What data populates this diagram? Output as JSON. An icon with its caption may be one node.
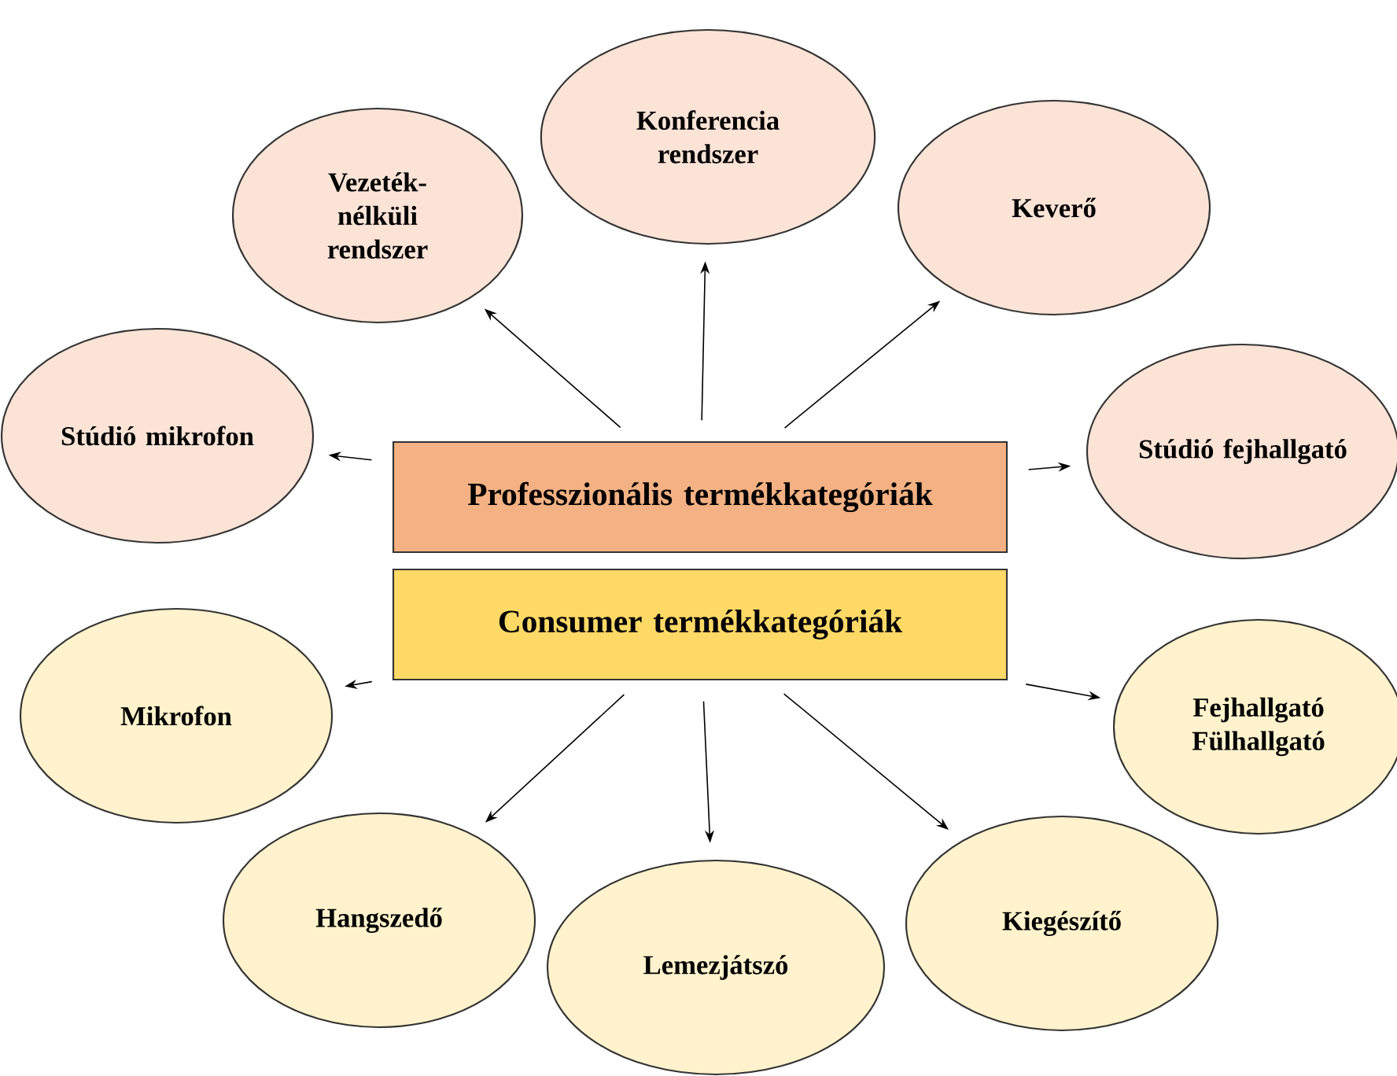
{
  "diagram": {
    "nodes": [
      {
        "text": [
          "Professzionális termékkategóriák"
        ]
      },
      {
        "text": [
          "Consumer termékkategóriák"
        ]
      },
      {
        "text": [
          "Vezeték-nélküli rendszer"
        ]
      },
      {
        "text": [
          "Konferencia rendszer"
        ]
      },
      {
        "text": [
          "Keverő"
        ]
      },
      {
        "text": [
          "Stúdió mikrofon"
        ]
      },
      {
        "text": [
          "Stúdió fejhallgató"
        ]
      },
      {
        "text": [
          "Mikrofon"
        ]
      },
      {
        "text": [
          "Fejhallgató Fülhallgató"
        ]
      },
      {
        "text": [
          "Hangszedő"
        ]
      },
      {
        "text": [
          "Lemezjátszó"
        ]
      },
      {
        "text": [
          "Kiegészítő"
        ]
      }
    ],
    "edges": [
      {
        "from": 0,
        "to": 2,
        "arrow": "to"
      },
      {
        "from": 0,
        "to": 3,
        "arrow": "to"
      },
      {
        "from": 0,
        "to": 4,
        "arrow": "to"
      },
      {
        "from": 0,
        "to": 5,
        "arrow": "to"
      },
      {
        "from": 0,
        "to": 6,
        "arrow": "to"
      },
      {
        "from": 1,
        "to": 7,
        "arrow": "to"
      },
      {
        "from": 1,
        "to": 8,
        "arrow": "to"
      },
      {
        "from": 1,
        "to": 9,
        "arrow": "to"
      },
      {
        "from": 1,
        "to": 10,
        "arrow": "to"
      },
      {
        "from": 1,
        "to": 11,
        "arrow": "to"
      }
    ]
  }
}
